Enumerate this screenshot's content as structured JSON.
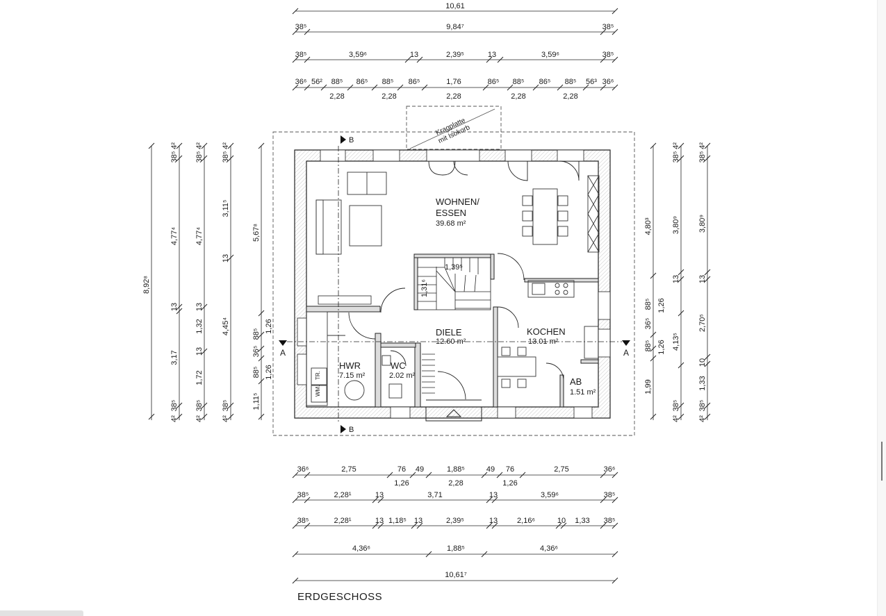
{
  "drawing": {
    "title": "ERDGESCHOSS",
    "paper_size": "297 x 210 mm"
  },
  "rooms": [
    {
      "name": "WOHNEN/",
      "name2": "ESSEN",
      "area": "39.68 m²"
    },
    {
      "name": "DIELE",
      "area": "12.60 m²"
    },
    {
      "name": "KOCHEN",
      "area": "13.01 m²"
    },
    {
      "name": "HWR",
      "area": "7.15 m²"
    },
    {
      "name": "WC",
      "area": "2.02 m²"
    },
    {
      "name": "AB",
      "area": "1.51 m²"
    }
  ],
  "annotations": {
    "kragplatte_line1": "Kragplatte",
    "kragplatte_line2": "mit Isokorb",
    "section_a": "A",
    "section_b": "B",
    "wm": "WM.",
    "tr": "TR."
  },
  "top_dimensions": {
    "row1": [
      "10,61"
    ],
    "row2": [
      "38⁵",
      "9,84⁷",
      "38⁵"
    ],
    "row3": [
      "38⁵",
      "3,59⁶",
      "13",
      "2,39⁵",
      "13",
      "3,59⁶",
      "38⁵"
    ],
    "row4": [
      "36⁶",
      "56²",
      "88⁵",
      "86⁵",
      "88⁵",
      "86⁵",
      "1,76",
      "86⁵",
      "88⁵",
      "86⁵",
      "88⁵",
      "56³",
      "36⁶"
    ],
    "row4_sub": [
      "2,28",
      "2,28",
      "2,28",
      "2,28",
      "2,28"
    ]
  },
  "bottom_dimensions": {
    "row1": [
      "36⁶",
      "2,75",
      "76",
      "49",
      "1,88⁵",
      "49",
      "76",
      "2,75",
      "36⁶"
    ],
    "row1_sub": [
      "1,26",
      "2,28",
      "1,26"
    ],
    "row2": [
      "38⁵",
      "2,28¹",
      "13",
      "3,71",
      "13",
      "3,59⁶",
      "38⁵"
    ],
    "row3": [
      "38⁵",
      "2,28¹",
      "13",
      "1,18⁵",
      "13",
      "2,39⁵",
      "13",
      "2,16⁶",
      "10",
      "1,33",
      "38⁵"
    ],
    "row4": [
      "4,36⁶",
      "1,88⁵",
      "4,36⁶"
    ],
    "row5": [
      "10,61⁷"
    ]
  },
  "left_dimensions": {
    "col1": [
      "8,92⁸"
    ],
    "col2": [
      "4²",
      "38⁵",
      "4,77⁴",
      "13",
      "3,17",
      "38⁵",
      "4²"
    ],
    "col3": [
      "4²",
      "38⁵",
      "4,77⁴",
      "13",
      "1,32",
      "13",
      "1,72",
      "38⁵",
      "4²"
    ],
    "col4": [
      "4²",
      "38⁵",
      "3,11⁵",
      "13",
      "4,45⁴",
      "38⁵",
      "4²"
    ],
    "col5": [
      "5,67⁸",
      "1,26",
      "88⁵",
      "36⁵",
      "88⁵",
      "1,26",
      "1,11⁵"
    ]
  },
  "right_dimensions": {
    "col1": [
      "4,80³",
      "88⁵",
      "36⁵",
      "88⁵",
      "1,99"
    ],
    "col2": [
      "4²",
      "38⁵",
      "3,80⁹",
      "13",
      "1,26",
      "4,13⁵",
      "1,26",
      "38⁵",
      "4²"
    ],
    "col3": [
      "4²",
      "38⁵",
      "3,80⁹",
      "13",
      "2,70⁵",
      "10",
      "1,33",
      "38⁵",
      "4²"
    ]
  }
}
